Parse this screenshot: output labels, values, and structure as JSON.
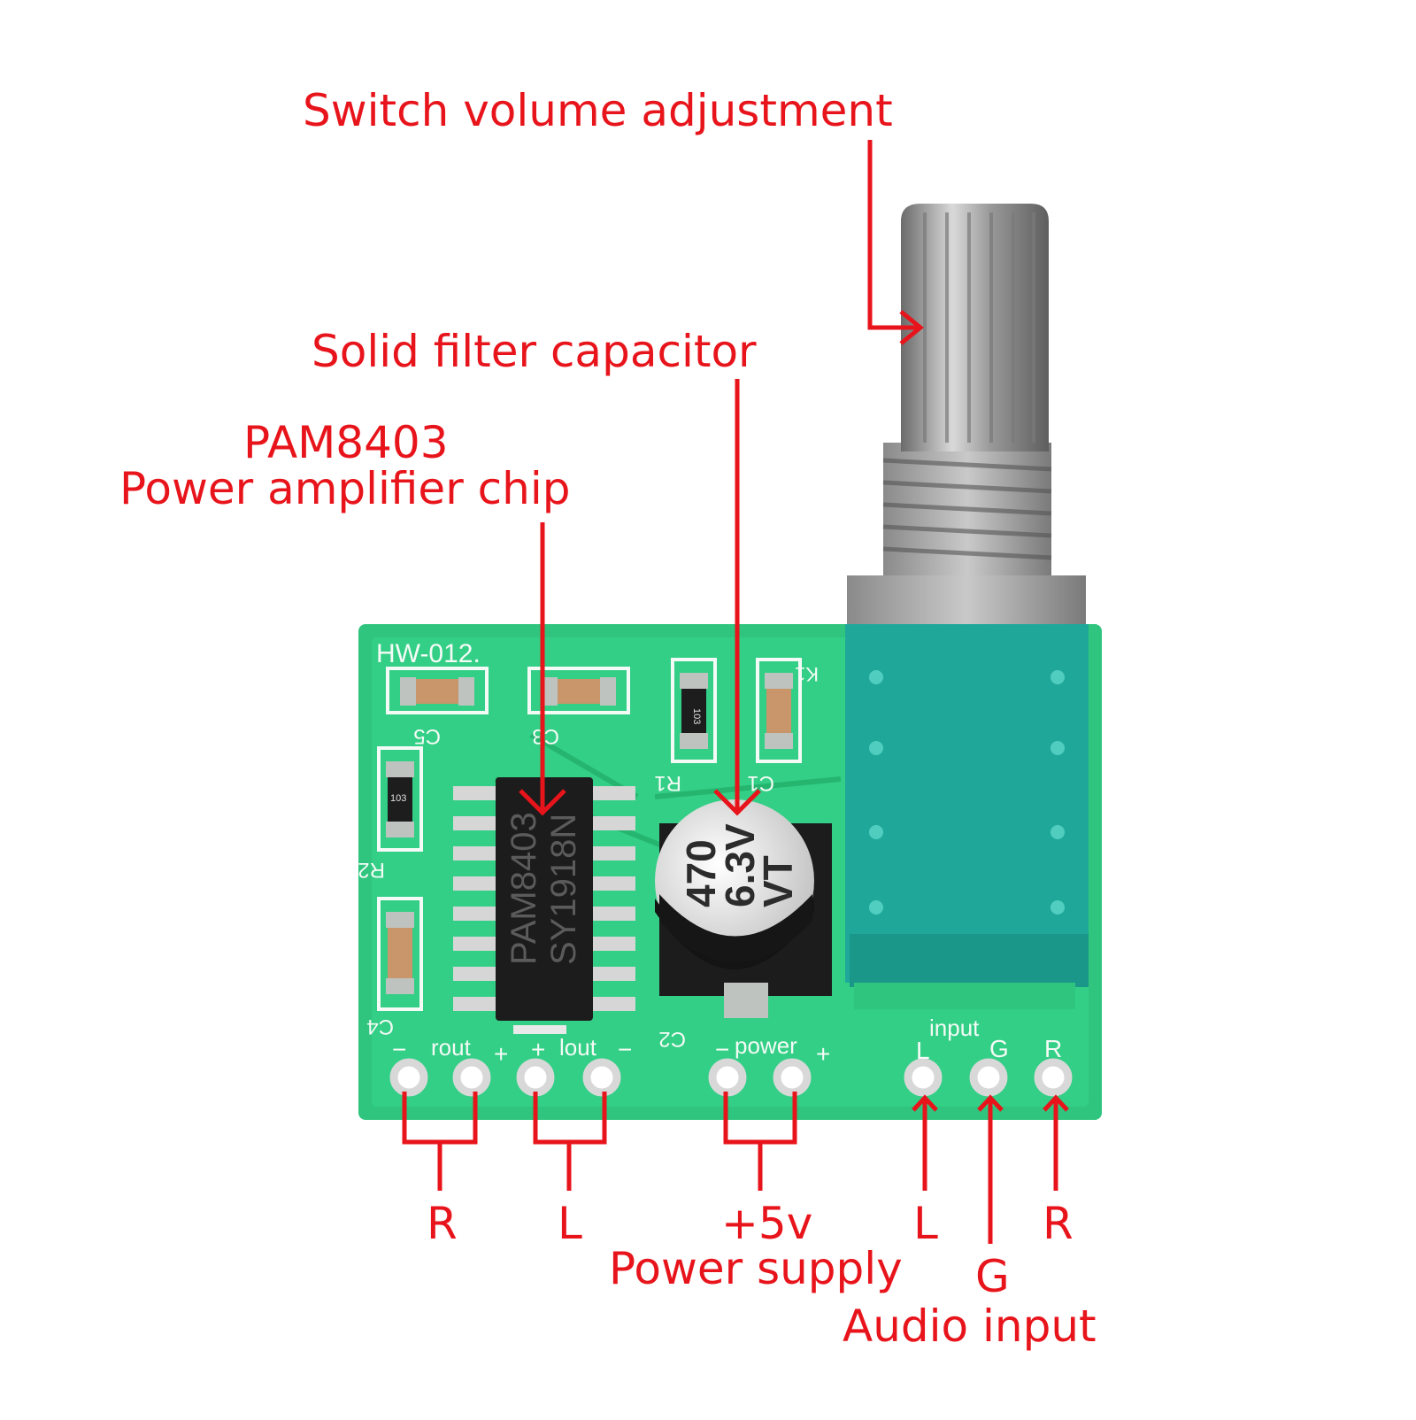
{
  "annotations": {
    "switch": "Switch volume adjustment",
    "capacitor": "Solid filter capacitor",
    "chip_line1": "PAM8403",
    "chip_line2": "Power amplifier chip",
    "rout_r": "R",
    "lout_l": "L",
    "power_v": "+5v",
    "power_supply": "Power supply",
    "input_l": "L",
    "input_g": "G",
    "input_r": "R",
    "audio_input": "Audio input"
  },
  "board": {
    "model": "HW-012.",
    "chip_mark": "PAM8403",
    "chip_code": "SY1918N",
    "cap_value": "470",
    "cap_voltage": "6.3V",
    "cap_series": "VT",
    "resistor_code": "103",
    "labels": {
      "c5": "C5",
      "c3": "C3",
      "r1": "R1",
      "c1": "C1",
      "k1": "K1",
      "r2": "R2",
      "c4": "C4",
      "c2": "C2",
      "input": "input",
      "rout": "rout",
      "lout": "lout",
      "power": "power",
      "plus": "+",
      "minus": "−",
      "in_l": "L",
      "in_g": "G",
      "in_r": "R"
    }
  },
  "colors": {
    "annotation_red": "#e8141b",
    "pcb_green": "#2fc57e",
    "pot_teal": "#1fa89a",
    "chip_black": "#1c1c1c"
  }
}
